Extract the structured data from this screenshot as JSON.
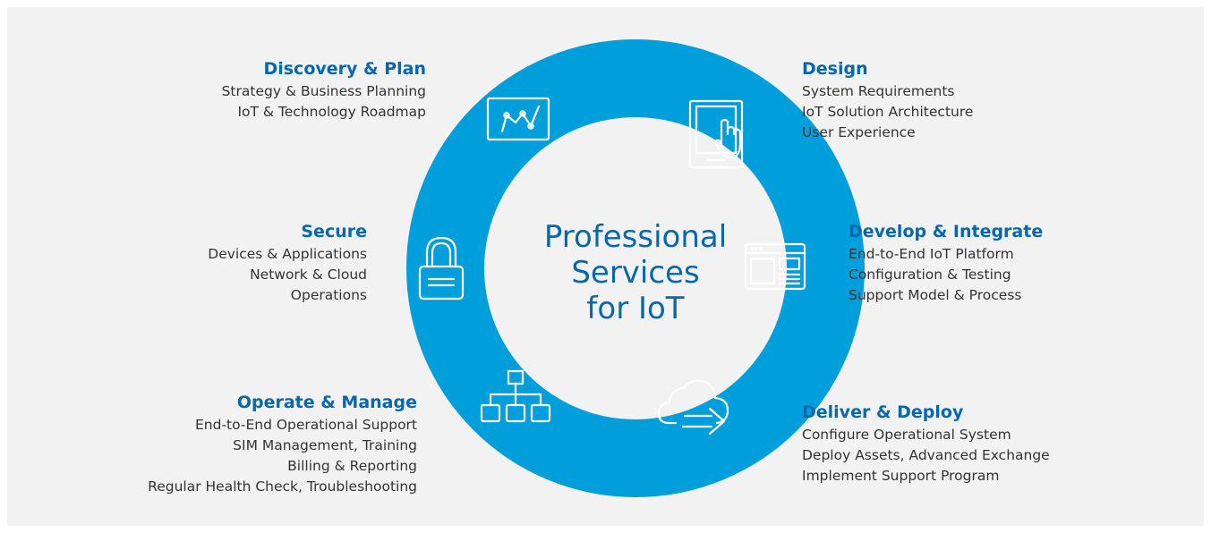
{
  "center": {
    "lines": [
      "Professional",
      "Services",
      "for IoT"
    ]
  },
  "stages": [
    {
      "title": "Discovery & Plan",
      "items": [
        "Strategy & Business Planning",
        "IoT & Technology Roadmap"
      ]
    },
    {
      "title": "Design",
      "items": [
        "System Requirements",
        "IoT Solution Architecture",
        "User Experience"
      ]
    },
    {
      "title": "Develop & Integrate",
      "items": [
        "End-to-End IoT Platform",
        "Configuration & Testing",
        "Support Model & Process"
      ]
    },
    {
      "title": "Deliver & Deploy",
      "items": [
        "Configure Operational System",
        "Deploy Assets, Advanced Exchange",
        "Implement Support Program"
      ]
    },
    {
      "title": "Operate & Manage",
      "items": [
        "End-to-End Operational Support",
        "SIM Management, Training",
        "Billing & Reporting",
        "Regular Health Check, Troubleshooting"
      ]
    },
    {
      "title": "Secure",
      "items": [
        "Devices & Applications",
        "Network & Cloud",
        "Operations"
      ]
    }
  ],
  "icons": [
    "analytics-chart-icon",
    "tablet-touch-icon",
    "browser-window-icon",
    "cloud-upload-icon",
    "org-hierarchy-icon",
    "padlock-icon"
  ],
  "colors": {
    "ring": "#009fdb",
    "heading": "#0568ae",
    "text": "#333333",
    "background": "#f2f2f2"
  }
}
